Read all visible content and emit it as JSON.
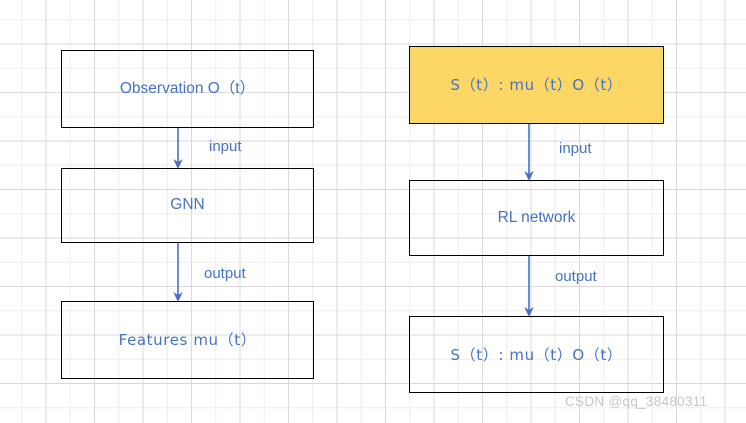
{
  "diagram": {
    "title": "GNN and RL network flow diagram",
    "background": {
      "type": "graph-paper",
      "page_color": "#ffffff",
      "minor_grid_color": "#ececec",
      "major_grid_color": "#d9d9d9"
    },
    "palette": {
      "text_blue": "#4472C4",
      "arrow_blue": "#4472C4",
      "box_border": "#000000",
      "highlight_fill": "#FCD766",
      "watermark_gray": "#c6c6c6"
    },
    "columns": [
      {
        "name": "gnn-pipeline",
        "nodes": [
          {
            "id": "observation",
            "label": "Observation O（t）",
            "filled": false,
            "mono": false
          },
          {
            "id": "gnn",
            "label": "GNN",
            "filled": false,
            "mono": false
          },
          {
            "id": "features",
            "label": "Features  mu（t）",
            "filled": false,
            "mono": true
          }
        ],
        "edges": [
          {
            "id": "obs-to-gnn",
            "label": "input"
          },
          {
            "id": "gnn-to-features",
            "label": "output"
          }
        ]
      },
      {
        "name": "rl-pipeline",
        "nodes": [
          {
            "id": "state-in",
            "label": "S（t）: mu（t）O（t）",
            "filled": true,
            "mono": true
          },
          {
            "id": "rl-network",
            "label": "RL network",
            "filled": false,
            "mono": false
          },
          {
            "id": "state-out",
            "label": "S（t）: mu（t）O（t）",
            "filled": false,
            "mono": true
          }
        ],
        "edges": [
          {
            "id": "state-to-rl",
            "label": "input"
          },
          {
            "id": "rl-to-state",
            "label": "output"
          }
        ]
      }
    ]
  },
  "watermark": {
    "text": "CSDN @qq_38480311"
  }
}
